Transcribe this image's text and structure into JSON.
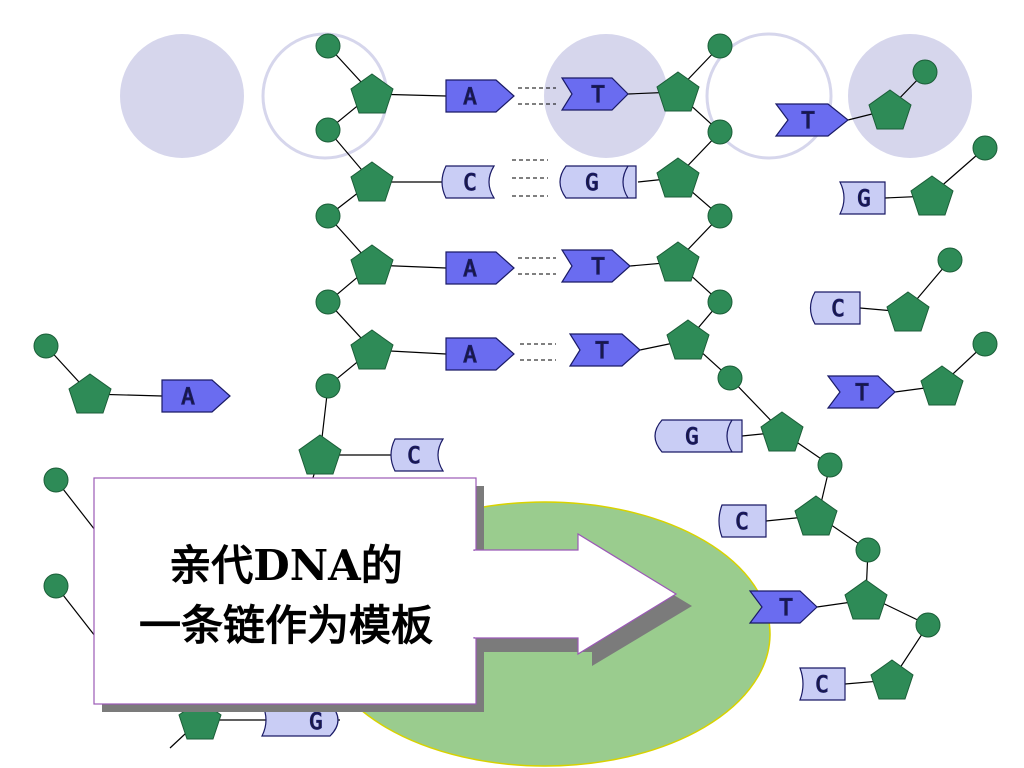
{
  "callout": {
    "line1": "亲代DNA的",
    "line2": "一条链作为模板"
  },
  "bases": {
    "parent_left": [
      "A",
      "C",
      "A",
      "A"
    ],
    "partner_right": [
      "T",
      "G",
      "T",
      "T"
    ],
    "growing_strand": [
      "C",
      "G",
      "C",
      "T",
      "C",
      "G"
    ],
    "free_nucleotides": [
      "T",
      "G",
      "C",
      "T",
      "A"
    ]
  },
  "colors": {
    "phosphate": "#2e8b57",
    "sugar": "#2e8b57",
    "purine_fill": "#6a6cf0",
    "pyrimidine_fill": "#c9cdf5",
    "deco_circle": "#d6d6ec",
    "ellipse": "#9acc8e"
  }
}
